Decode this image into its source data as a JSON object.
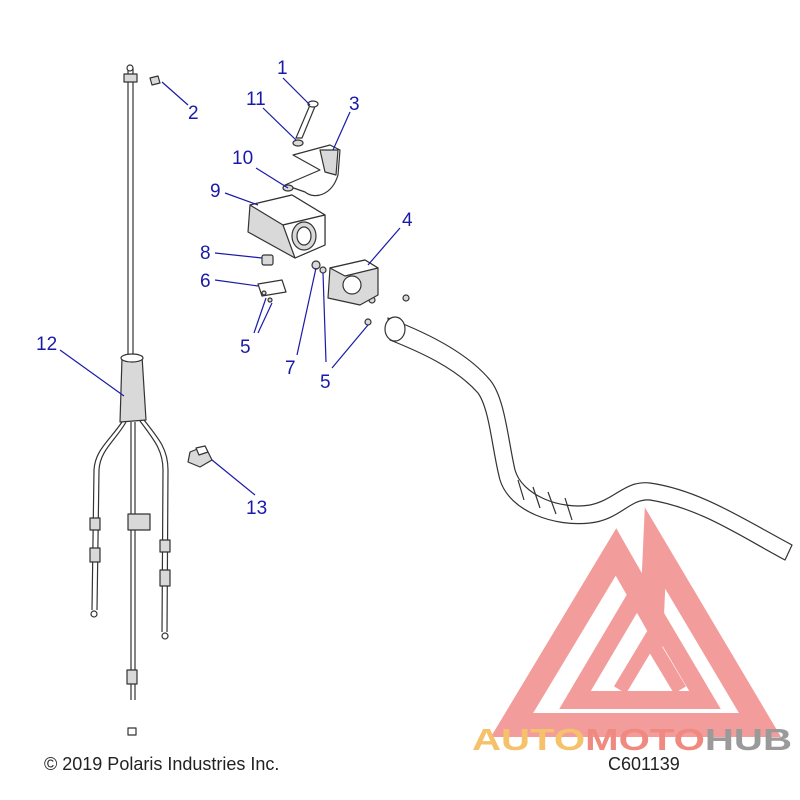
{
  "callouts": [
    {
      "label": "1"
    },
    {
      "label": "2"
    },
    {
      "label": "3"
    },
    {
      "label": "11"
    },
    {
      "label": "10"
    },
    {
      "label": "9"
    },
    {
      "label": "4"
    },
    {
      "label": "8"
    },
    {
      "label": "6"
    },
    {
      "label": "5"
    },
    {
      "label": "7"
    },
    {
      "label": "5"
    },
    {
      "label": "12"
    },
    {
      "label": "13"
    }
  ],
  "footer": {
    "copyright": "© 2019 Polaris Industries Inc.",
    "diagram_id": "C601139"
  },
  "watermark": {
    "part1": "AUTO",
    "part2": "MOTO",
    "part3": "HUB",
    "colors": {
      "auto": "#f5c26b",
      "moto": "#f08a80",
      "hub": "#9a9a9a",
      "logo": "#f28b8b"
    }
  }
}
